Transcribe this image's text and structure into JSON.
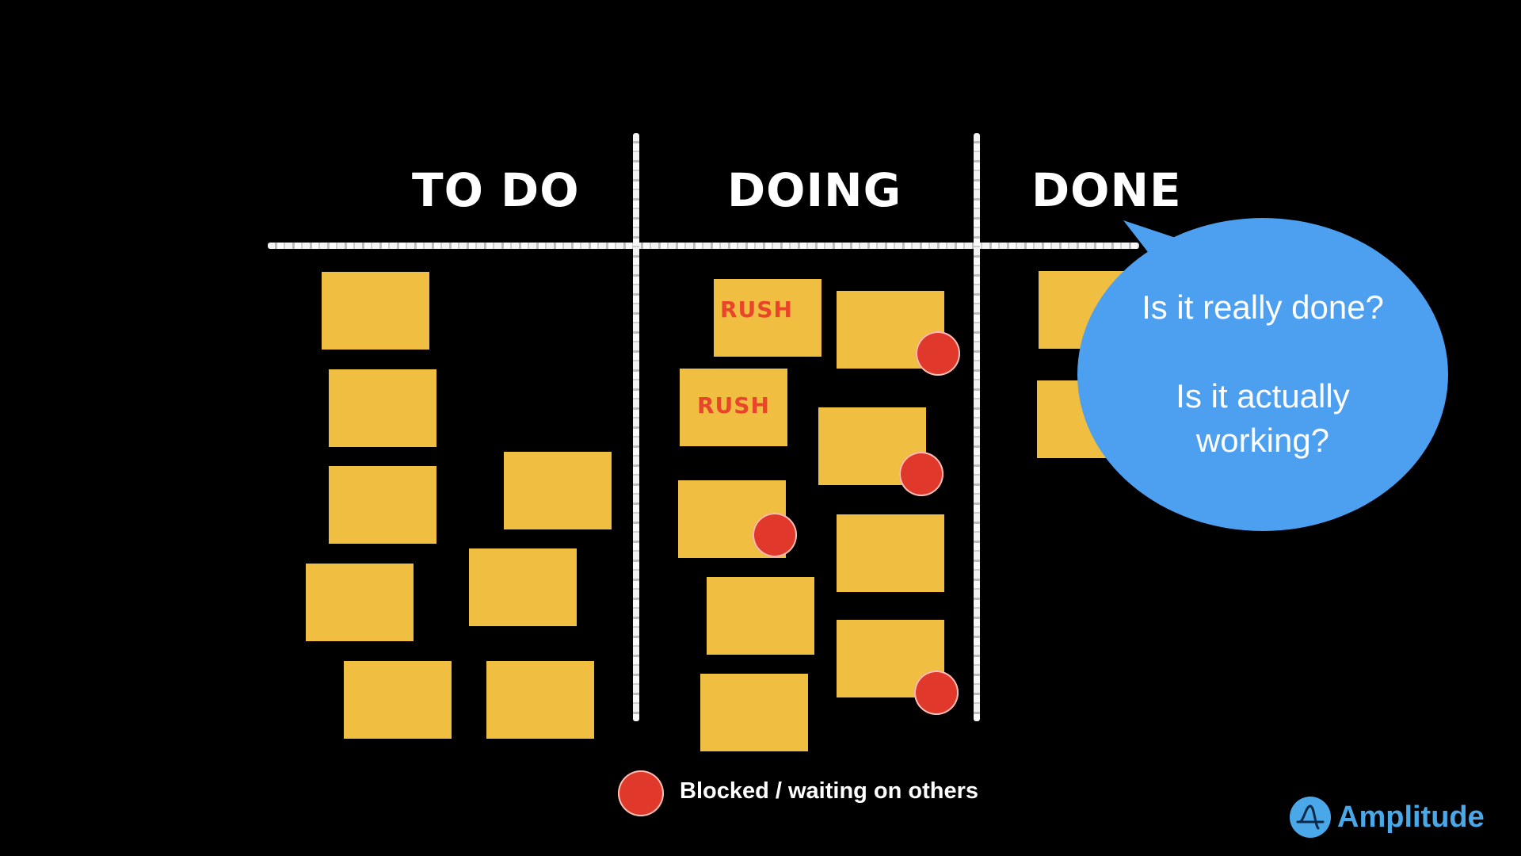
{
  "columns": [
    {
      "title": "TO DO"
    },
    {
      "title": "DOING"
    },
    {
      "title": "DONE"
    }
  ],
  "notes": {
    "rush_label": "RUSH"
  },
  "bubble": {
    "line1": "Is it really done?",
    "line2": "Is it actually",
    "line3": "working?"
  },
  "legend": {
    "label": "Blocked / waiting on others",
    "color": "#e0382b"
  },
  "logo": {
    "text": "Amplitude",
    "icon": "amplitude-logo-icon",
    "color": "#4aa8e8"
  },
  "colors": {
    "note": "#f0be41",
    "blocked": "#e0382b",
    "bubble": "#4d9ff0",
    "rush_text": "#e8452a"
  }
}
